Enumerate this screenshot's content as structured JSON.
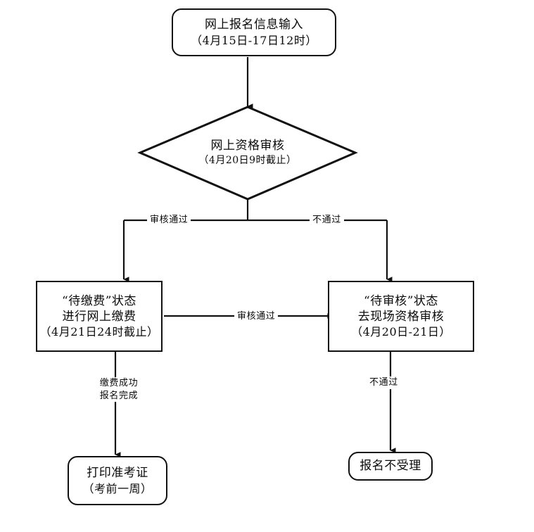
{
  "diagram": {
    "type": "flowchart",
    "title_text": "",
    "background_color": "#ffffff",
    "stroke_color": "#111111",
    "text_color": "#0a0a0a"
  },
  "nodes": {
    "online_registration": {
      "shape": "rounded-rectangle",
      "line1": "网上报名信息输入",
      "line2": "（4月15日-17日12时）"
    },
    "online_review": {
      "shape": "diamond",
      "line1": "网上资格审核",
      "line2": "（4月20日9时截止）"
    },
    "pending_payment": {
      "shape": "rectangle",
      "line1": "“待缴费”状态",
      "line2": "进行网上缴费",
      "line3": "（4月21日24时截止）"
    },
    "pending_review": {
      "shape": "rectangle",
      "line1": "“待审核”状态",
      "line2": "去现场资格审核",
      "line3": "（4月20日-21日）"
    },
    "print_admission": {
      "shape": "rounded-rectangle",
      "line1": "打印准考证",
      "line2": "（考前一周）"
    },
    "not_accepted": {
      "shape": "rounded-rectangle",
      "line1": "报名不受理"
    }
  },
  "edge_labels": {
    "review_passed_left": "审核通过",
    "review_failed_right": "不通过",
    "onsite_review_passed": "审核通过",
    "payment_success_line1": "缴费成功",
    "payment_success_line2": "报名完成",
    "onsite_review_failed": "不通过"
  }
}
